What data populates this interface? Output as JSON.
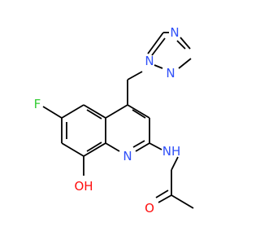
{
  "molecule": {
    "atoms": {
      "f": {
        "label": "F",
        "color": "#33cc33"
      },
      "oh": {
        "label": "OH",
        "color": "#ff0d0d"
      },
      "n_ring": {
        "label": "N",
        "color": "#3050f8"
      },
      "nh": {
        "label": "NH",
        "color": "#3050f8"
      },
      "o": {
        "label": "O",
        "color": "#ff0d0d"
      },
      "tz_n1": {
        "label": "N",
        "color": "#3050f8"
      },
      "tz_n2": {
        "label": "N",
        "color": "#3050f8"
      },
      "tz_n4": {
        "label": "N",
        "color": "#3050f8"
      }
    },
    "bond_color": "#000000"
  }
}
